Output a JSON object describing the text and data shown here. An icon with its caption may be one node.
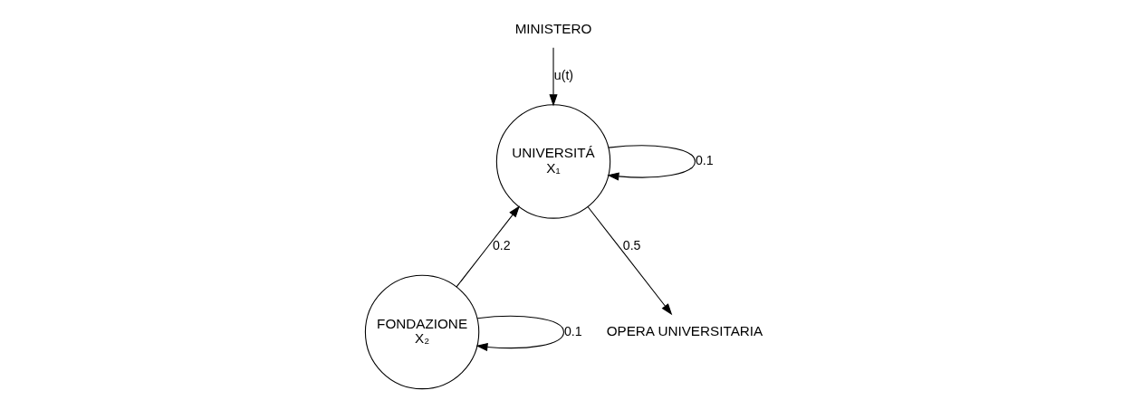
{
  "diagram": {
    "nodes": [
      {
        "text": [
          "MINISTERO"
        ]
      },
      {
        "text": [
          "UNIVERSITÁ",
          "X₁"
        ]
      },
      {
        "text": [
          "FONDAZIONE",
          "X₂"
        ]
      },
      {
        "text": [
          "OPERA UNIVERSITARIA"
        ]
      }
    ],
    "edges": [
      {
        "from": 0,
        "to": 1,
        "arrow": "to",
        "label": "u(t)"
      },
      {
        "from": 1,
        "to": 1,
        "arrow": "to",
        "label": "0.1"
      },
      {
        "from": 2,
        "to": 1,
        "arrow": "to",
        "label": "0.2"
      },
      {
        "from": 2,
        "to": 2,
        "arrow": "to",
        "label": "0.1"
      },
      {
        "from": 1,
        "to": 3,
        "arrow": "to",
        "label": "0.5"
      }
    ]
  }
}
